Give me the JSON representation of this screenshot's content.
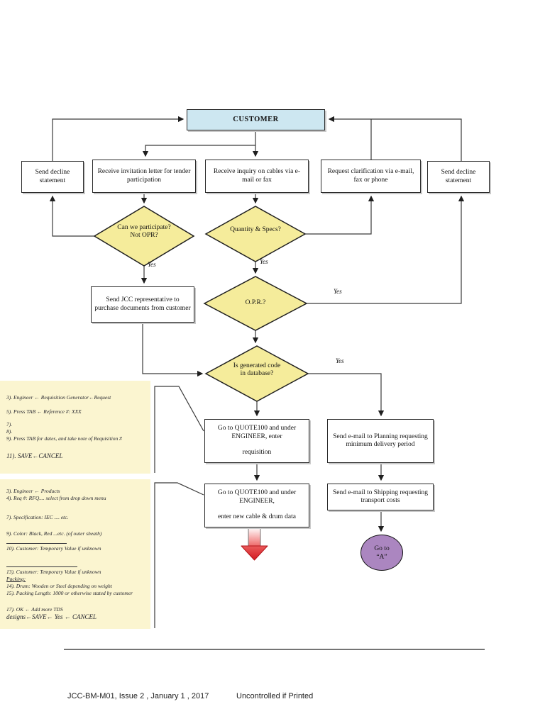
{
  "flow": {
    "customer": "CUSTOMER",
    "decline_left": "Send decline statement",
    "invitation": "Receive invitation letter for tender participation",
    "inquiry": "Receive inquiry on cables via e-mail or fax",
    "clarification": "Request clarification via e-mail, fax or phone",
    "decline_right": "Send decline statement",
    "d_participate": "Can we participate? Not OPR?",
    "d_quantity": "Quantity & Specs?",
    "jcc_rep": "Send JCC representative to purchase documents from customer",
    "d_opr": "O.P.R.?",
    "d_code": "Is generated code in database?",
    "quote_req_l1": "Go to QUOTE100 and under ENGINEER, enter",
    "quote_req_l2": "requisition",
    "planning": "Send e-mail to Planning requesting minimum delivery period",
    "quote_cable_l1": "Go to QUOTE100 and under ENGINEER,",
    "quote_cable_l2": "enter new cable & drum data",
    "shipping": "Send e-mail to Shipping requesting transport costs",
    "goto_a_l1": "Go to",
    "goto_a_l2": "“A”",
    "yes_label": "Yes"
  },
  "notes": {
    "note1": {
      "lines": [
        "3). Engineer  ← Requisition Generator←Request",
        "5). Press TAB ← Reference #:  XXX",
        "7).",
        "8).",
        "9). Press TAB for dates, and take note of Requisition #",
        "11). SAVE←CANCEL"
      ]
    },
    "note2": {
      "lines": [
        "3). Engineer  ← Products",
        "4). Req #: RFQ.... select from drop down menu",
        "7). Specification: IEC .... etc.",
        "9). Color: Black, Red ...etc. (of outer sheath)",
        "10). Customer: Temporary Value if unknown",
        "13). Customer: Temporary Value if unknown",
        "Packing:",
        "14). Drum: Wooden or Steel depending on weight",
        "15). Packing Length: 1000 or otherwise stated by customer",
        "17). OK ← Add more TDS",
        "designs←SAVE← Yes ← CANCEL"
      ]
    }
  },
  "footer": {
    "doc_ref": "JCC-BM-M01, Issue 2 , January 1 , 2017",
    "watermark": "Uncontrolled if Printed"
  },
  "colors": {
    "customer_fill": "#cde7f1",
    "diamond_fill": "#f5ec9b",
    "note_fill": "#fbf5d0",
    "terminator_fill": "#ab86c0",
    "arrow_red": "#d6181f"
  }
}
